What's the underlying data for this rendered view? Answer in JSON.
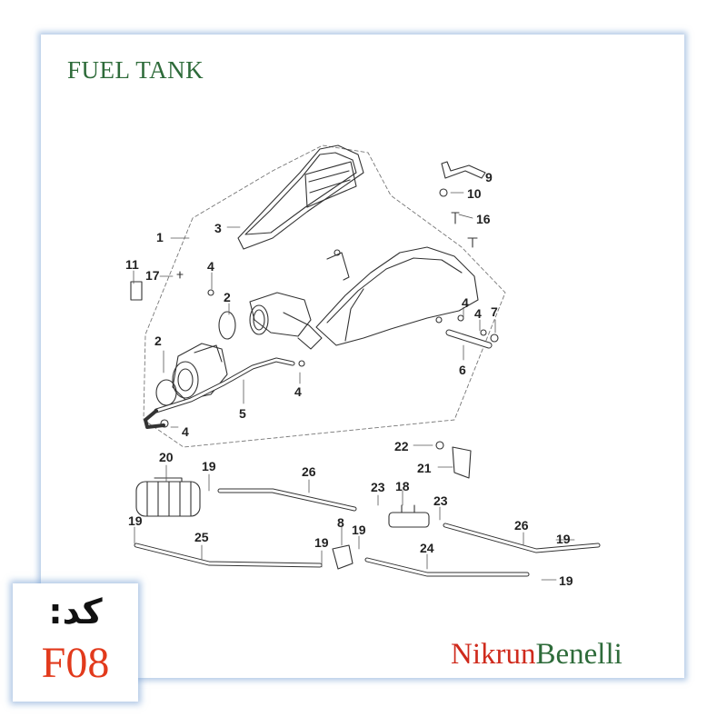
{
  "title": "FUEL TANK",
  "callouts": [
    {
      "id": "c1",
      "text": "1"
    },
    {
      "id": "c2a",
      "text": "2"
    },
    {
      "id": "c2b",
      "text": "2"
    },
    {
      "id": "c3",
      "text": "3"
    },
    {
      "id": "c4a",
      "text": "4"
    },
    {
      "id": "c4b",
      "text": "4"
    },
    {
      "id": "c4c",
      "text": "4"
    },
    {
      "id": "c4d",
      "text": "4"
    },
    {
      "id": "c4e",
      "text": "4"
    },
    {
      "id": "c5",
      "text": "5"
    },
    {
      "id": "c6",
      "text": "6"
    },
    {
      "id": "c7",
      "text": "7"
    },
    {
      "id": "c8",
      "text": "8"
    },
    {
      "id": "c9",
      "text": "9"
    },
    {
      "id": "c10",
      "text": "10"
    },
    {
      "id": "c11",
      "text": "11"
    },
    {
      "id": "c16",
      "text": "16"
    },
    {
      "id": "c17",
      "text": "17"
    },
    {
      "id": "c18",
      "text": "18"
    },
    {
      "id": "c19a",
      "text": "19"
    },
    {
      "id": "c19b",
      "text": "19"
    },
    {
      "id": "c19c",
      "text": "19"
    },
    {
      "id": "c19d",
      "text": "19"
    },
    {
      "id": "c19e",
      "text": "19"
    },
    {
      "id": "c19f",
      "text": "19"
    },
    {
      "id": "c20",
      "text": "20"
    },
    {
      "id": "c21",
      "text": "21"
    },
    {
      "id": "c22",
      "text": "22"
    },
    {
      "id": "c23a",
      "text": "23"
    },
    {
      "id": "c23b",
      "text": "23"
    },
    {
      "id": "c24",
      "text": "24"
    },
    {
      "id": "c25",
      "text": "25"
    },
    {
      "id": "c26a",
      "text": "26"
    },
    {
      "id": "c26b",
      "text": "26"
    }
  ],
  "code": {
    "label": "کد:",
    "value": "F08"
  },
  "brand": {
    "part1": "Nikrun",
    "part2": "Benelli"
  },
  "colors": {
    "title": "#2e6b3a",
    "code": "#e23a1c",
    "brand_red": "#cf2a1c",
    "brand_green": "#2e6b3a",
    "frame_glow": "#7aa0d2"
  }
}
